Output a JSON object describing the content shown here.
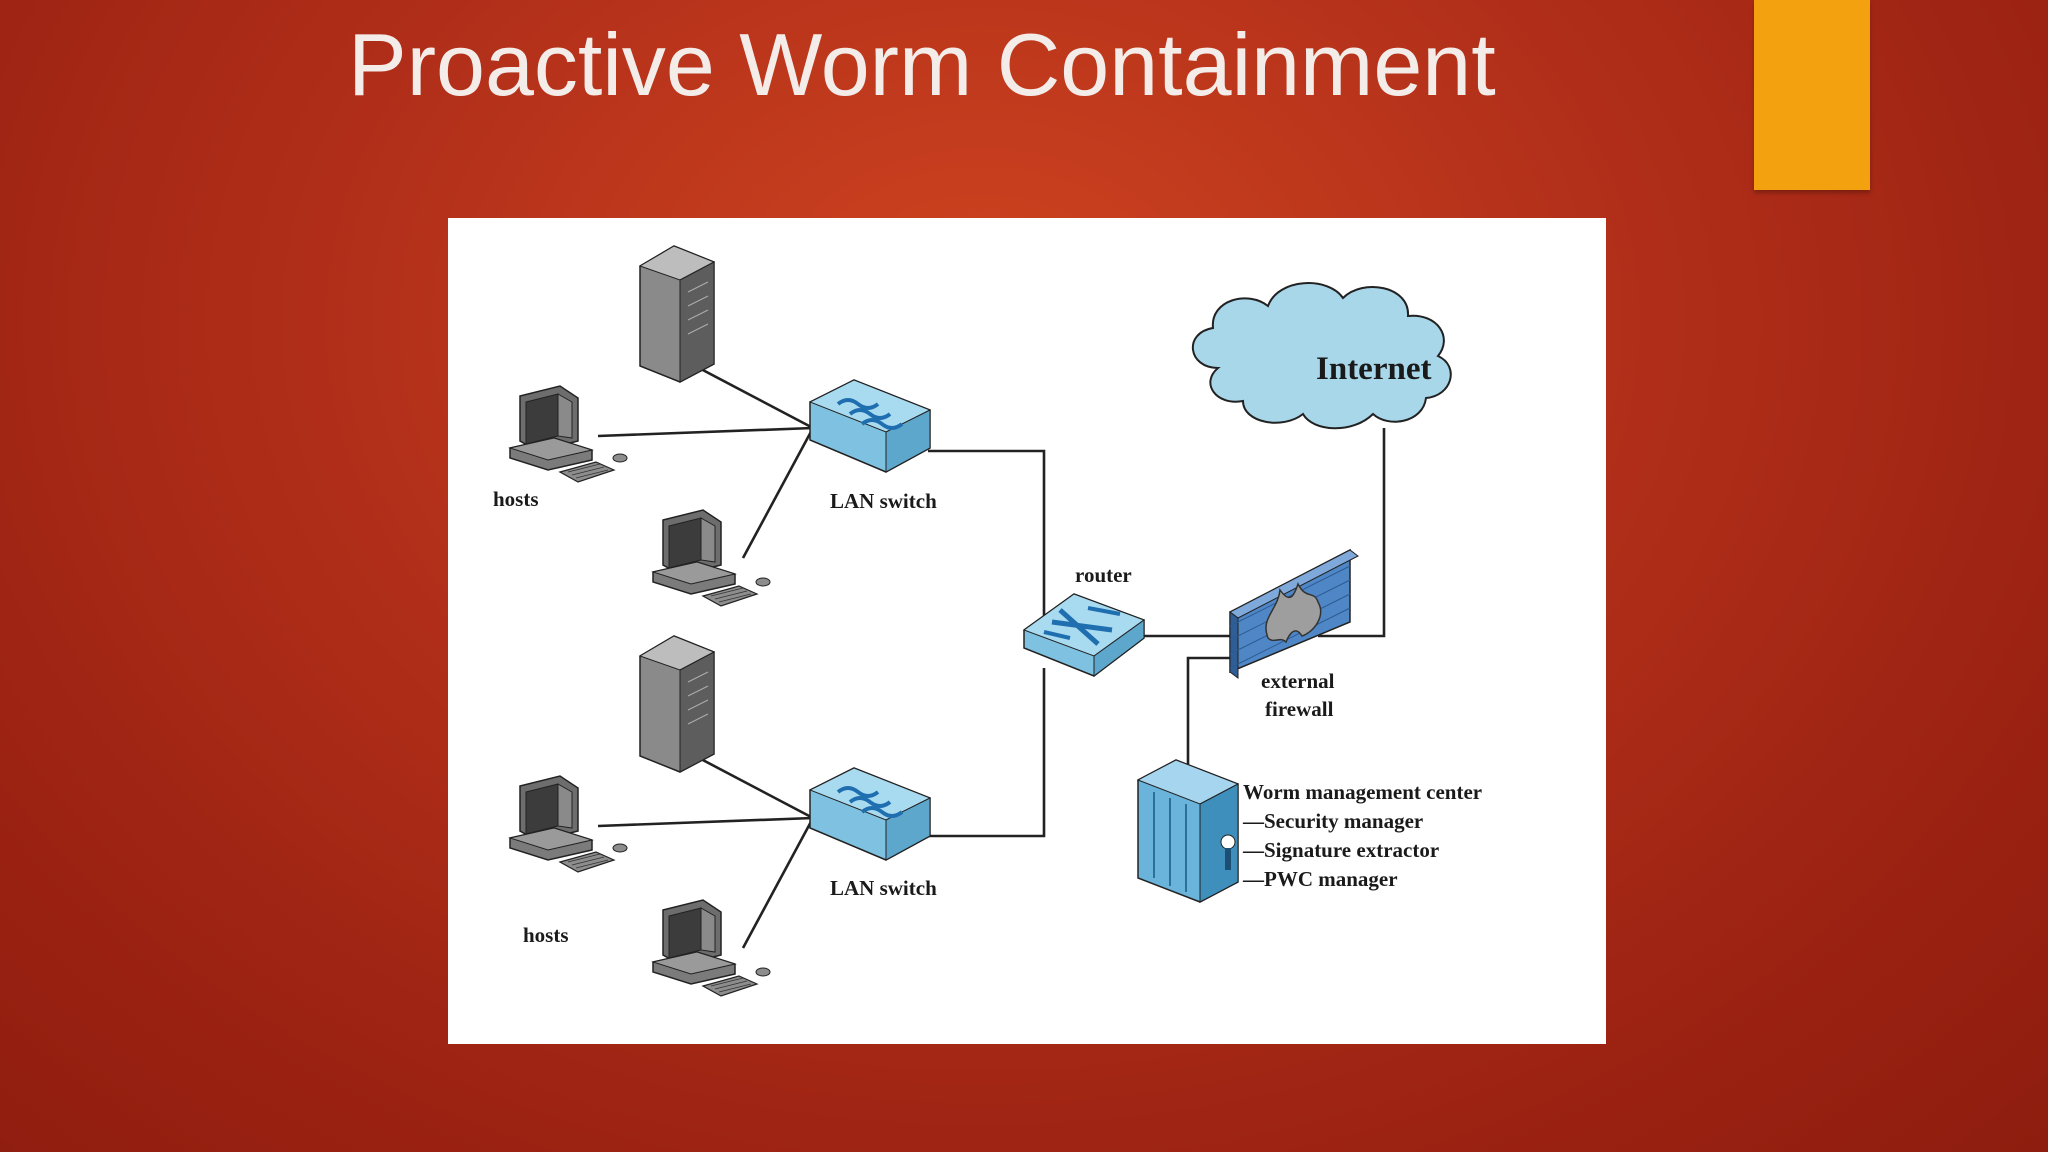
{
  "slide": {
    "title": "Proactive Worm Containment"
  },
  "diagram": {
    "labels": {
      "internet": "Internet",
      "hosts_top": "hosts",
      "hosts_bottom": "hosts",
      "lan_switch_top": "LAN switch",
      "lan_switch_bottom": "LAN switch",
      "router": "router",
      "firewall_line1": "external",
      "firewall_line2": "firewall"
    },
    "worm_management_center": {
      "title": "Worm management center",
      "items": [
        "—Security manager",
        "—Signature extractor",
        "—PWC manager"
      ]
    }
  },
  "colors": {
    "accent": "#f3a10f",
    "background": "#b3301a",
    "device_blue": "#8fcbe6",
    "firewall_blue": "#4f86c6"
  }
}
